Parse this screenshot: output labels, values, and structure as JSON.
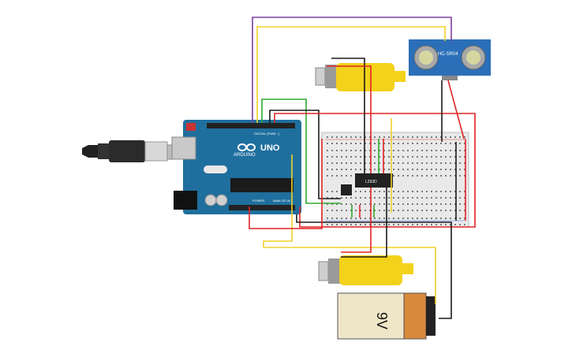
{
  "arduino": {
    "brand": "ARDUINO",
    "model": "UNO",
    "digital_label": "DIGITAL (PWM ~)",
    "power_label": "POWER",
    "analog_label": "ANALOG IN"
  },
  "sensor": {
    "label": "HC-SR04"
  },
  "driver": {
    "label": "L293D"
  },
  "battery": {
    "label": "9V"
  },
  "colors": {
    "board": "#1f6f9e",
    "motor": "#f2d21a",
    "sensor": "#2a6fb8",
    "breadboard": "#e9e9e9",
    "battery_body": "#efe6c8",
    "battery_band": "#d9893a",
    "wire_red": "#e02424",
    "wire_black": "#1a1a1a",
    "wire_green": "#2eaa2e",
    "wire_yellow": "#f0d12a",
    "wire_purple": "#7b3f9e"
  }
}
